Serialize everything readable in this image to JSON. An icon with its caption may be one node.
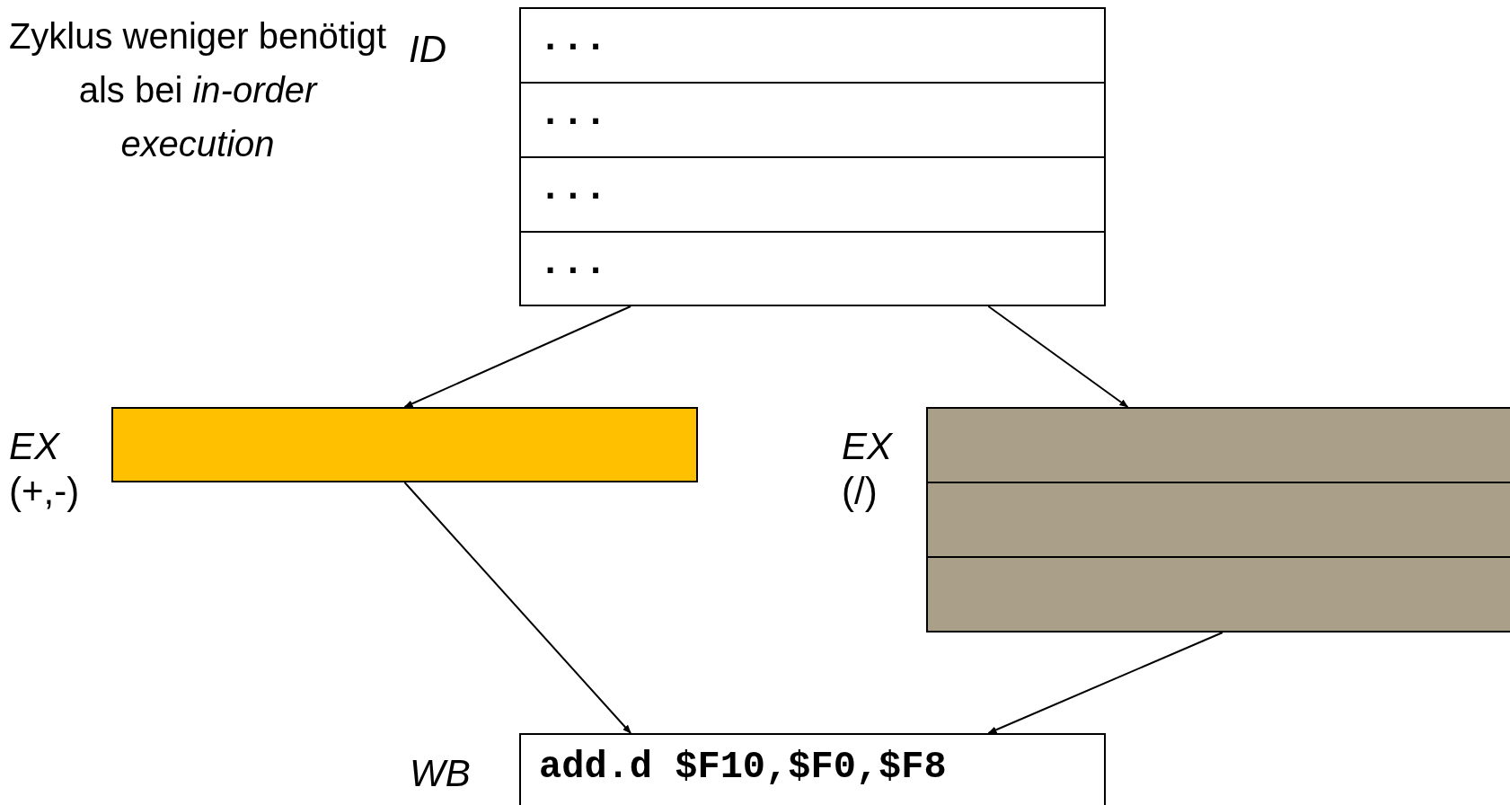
{
  "diagram": {
    "nodes": [
      {
        "text": [
          "..."
        ],
        "beside": [
          "ID"
        ]
      },
      {
        "text": [
          "..."
        ]
      },
      {
        "text": [
          "..."
        ]
      },
      {
        "text": [
          "..."
        ]
      },
      {
        "text": [],
        "shape": "box",
        "beside": [
          "EX (+,-)"
        ]
      },
      {
        "text": [],
        "shape": "box",
        "beside": [
          "EX (/)"
        ]
      },
      {
        "text": [
          "add.d $F10,$F0,$F8"
        ],
        "beside": [
          "WB"
        ]
      }
    ],
    "edges": [
      {
        "from": 3,
        "to": 4,
        "arrow": "to"
      },
      {
        "from": 3,
        "to": 5,
        "arrow": "to"
      },
      {
        "from": 4,
        "to": 6,
        "arrow": "to"
      },
      {
        "from": 5,
        "to": 6,
        "arrow": "to"
      }
    ],
    "labels": [
      "Zyklus weniger benötigt als bei *in-order execution*"
    ]
  }
}
